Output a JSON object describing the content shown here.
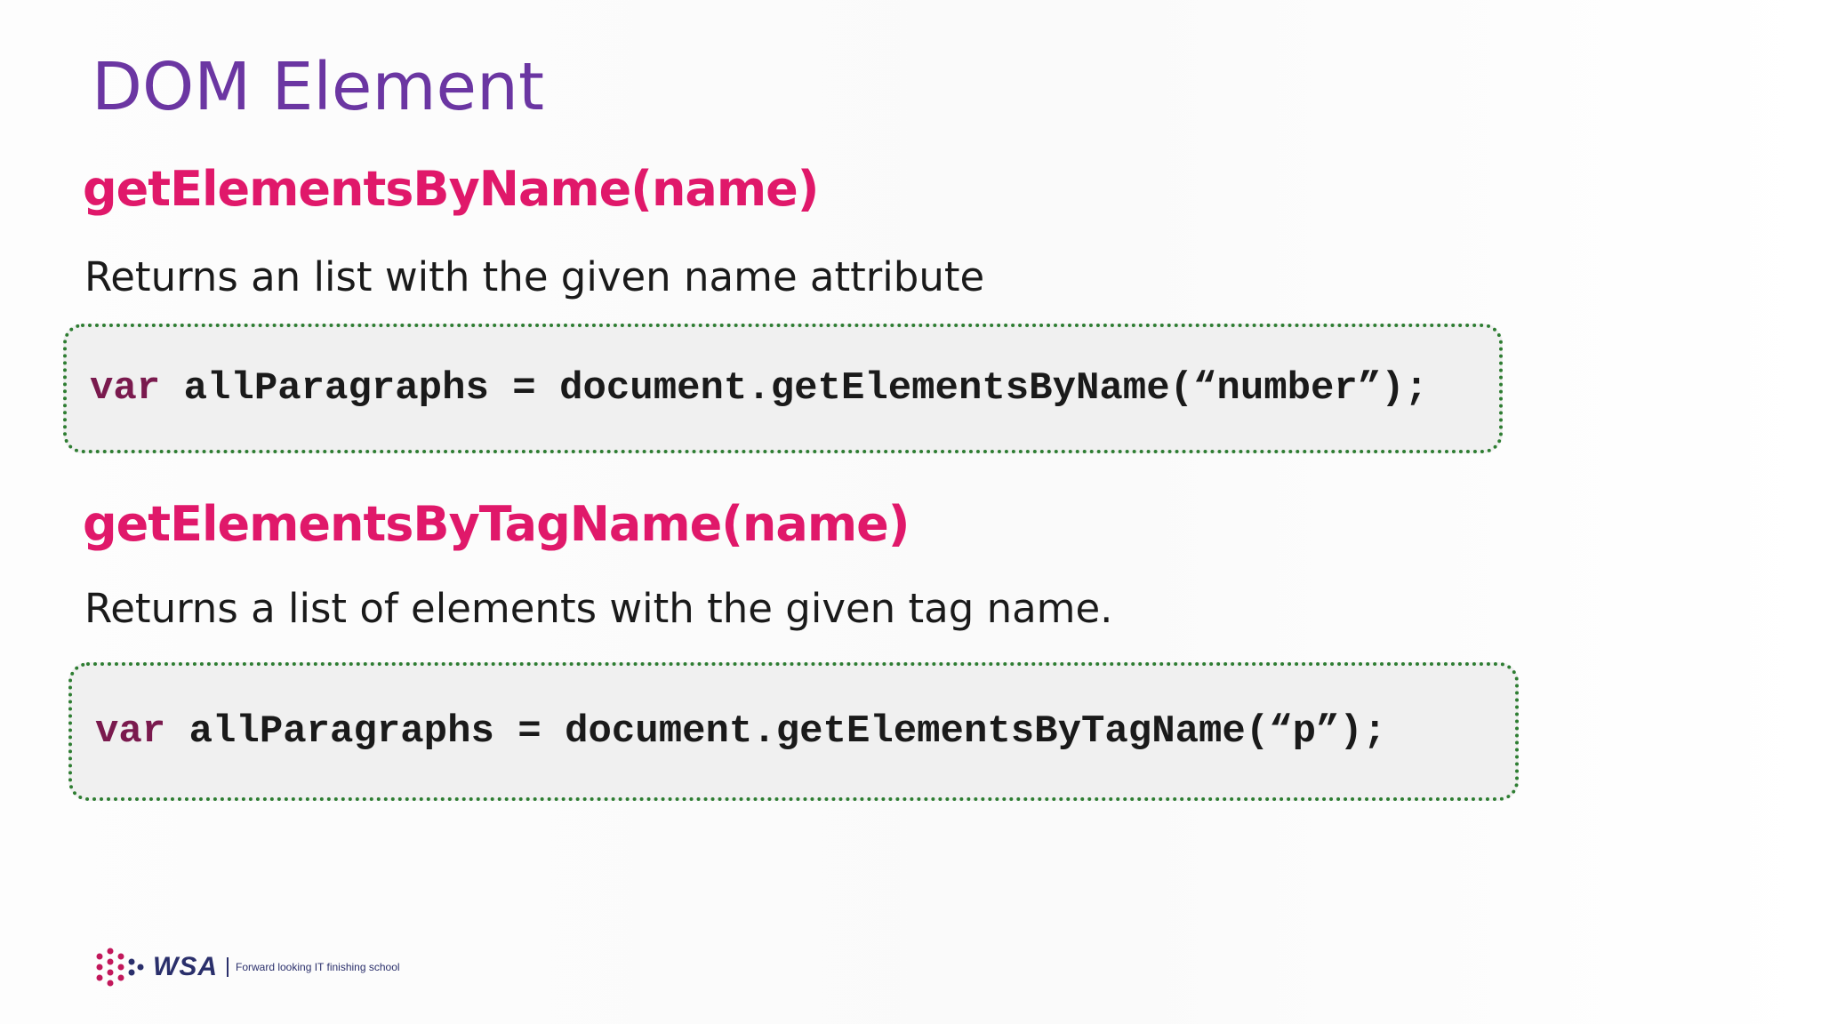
{
  "slide": {
    "title": "DOM Element"
  },
  "sections": [
    {
      "heading": "getElementsByName(name)",
      "description": "Returns an list with the given name attribute",
      "code": {
        "keyword": "var",
        "rest": " allParagraphs = document.getElementsByName(“number”);"
      }
    },
    {
      "heading": "getElementsByTagName(name)",
      "description": "Returns a list of elements with the given tag name.",
      "code": {
        "keyword": "var",
        "rest": " allParagraphs = document.getElementsByTagName(“p”);"
      }
    }
  ],
  "footer": {
    "logo_text": "WSA",
    "tagline": "Forward looking IT finishing school",
    "logo_icon": "dot-grid-logo-icon"
  },
  "colors": {
    "title": "#6b36a2",
    "heading": "#e0186a",
    "code_keyword": "#7a1a4e",
    "box_border": "#2e7d32",
    "logo": "#2a2f6b",
    "logo_dots": "#c2185b"
  }
}
